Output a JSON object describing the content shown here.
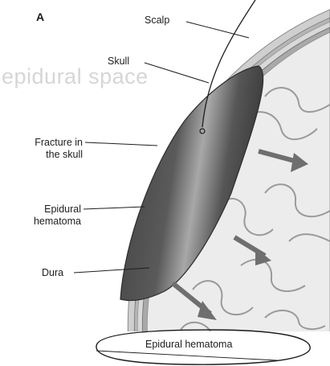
{
  "figure": {
    "panel_letter": "A",
    "faint_background_words": [
      "epidural space"
    ]
  },
  "labels": {
    "scalp": "Scalp",
    "skull": "Skull",
    "fracture_line1": "Fracture in",
    "fracture_line2": "the skull",
    "epidural_line1": "Epidural",
    "epidural_line2": "hematoma",
    "dura": "Dura"
  },
  "caption": "Epidural hematoma",
  "colors": {
    "scalp": "#c9c9c9",
    "skull": "#a9a9a9",
    "hematoma": "#4a4a4a",
    "brain": "#e4e4e4",
    "arrow": "#6f6f6f",
    "ink": "#1d1d1d"
  }
}
